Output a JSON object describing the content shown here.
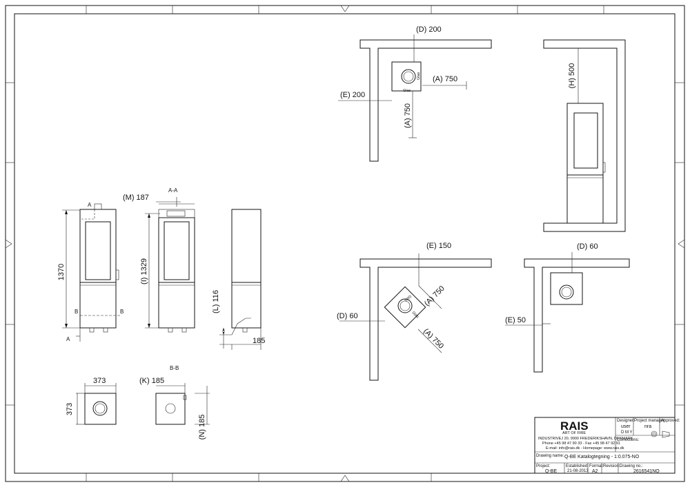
{
  "dims": {
    "height_total": "1370",
    "height_outlet": "(I) 1329",
    "outlet_offset": "(M) 187",
    "section_aa": "A-A",
    "base_height": "(L) 116",
    "base_depth": "185",
    "width_a": "373",
    "depth_a": "373",
    "section_bb": "B-B",
    "k_dim": "(K) 185",
    "n_dim": "(N) 185",
    "sec_a": "A",
    "sec_b": "B"
  },
  "corner_plan": {
    "d": "(D) 200",
    "a_right": "(A) 750",
    "e": "(E) 200",
    "a_down": "(A) 750",
    "glass": "Glas"
  },
  "height_plan": {
    "h": "(H) 500"
  },
  "diag_plan": {
    "e": "(E) 150",
    "a_top": "(A) 750",
    "d": "(D) 60",
    "a_bottom": "(A) 750",
    "glass": "Glas"
  },
  "small_plan": {
    "d": "(D) 60",
    "e": "(E) 50"
  },
  "title_block": {
    "logo": "RAIS",
    "tagline": "ART OF FIRE",
    "address": "INDUSTRIVEJ 20, 9900 FREDERIKSHAVN, DENMARK",
    "phone": "Phone +45 98 47 90 33 - Fax +45 98 47 92 91",
    "email": "E-mail: info@rais.dk - Homepage: www.rais.dk",
    "designer_label": "Designer:",
    "designer": "user",
    "pm_label": "Project manager:",
    "pm": "nra",
    "approved_label": "Approved:",
    "dmy": "D  M  Y",
    "corrections_label": "Corrections:",
    "drawing_name_label": "Drawing name:",
    "drawing_name": "Q-BE Katalogtegning - 1:0.075-NO",
    "project_label": "Project:",
    "project": "Q-BE",
    "established_label": "Established:",
    "established": "21-08-2013",
    "format_label": "Format:",
    "format": "A2",
    "revision_label": "Revision:",
    "drawing_no_label": "Drawing no.:",
    "drawing_no": "2616541NO"
  }
}
